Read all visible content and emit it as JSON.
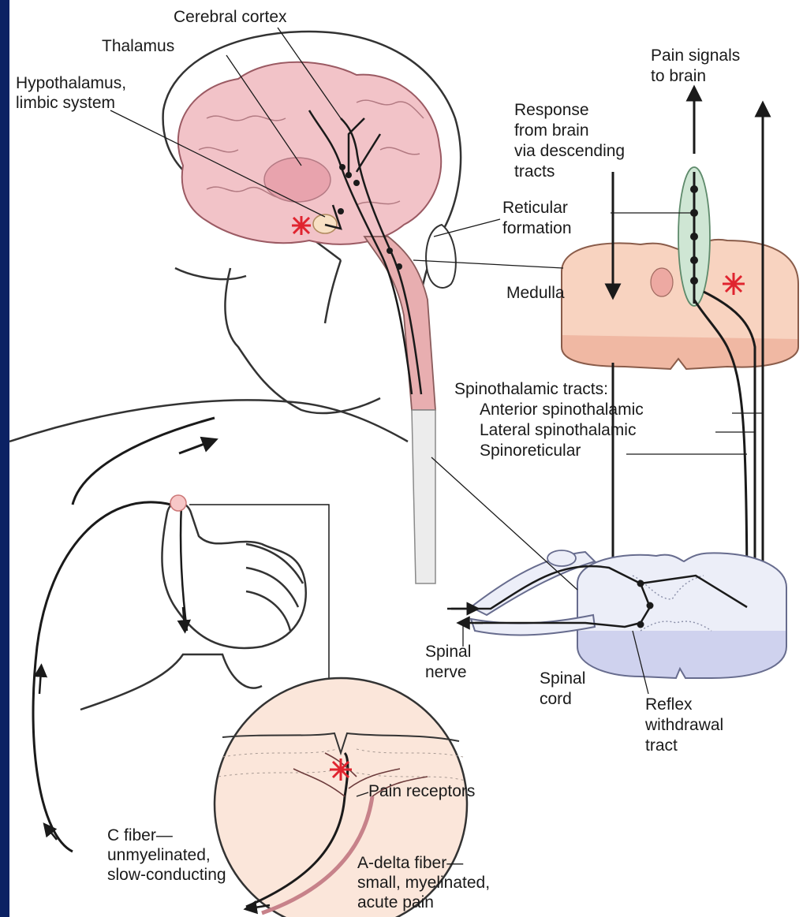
{
  "labels": {
    "cerebral_cortex": "Cerebral cortex",
    "thalamus": "Thalamus",
    "hypothalamus_1": "Hypothalamus,",
    "hypothalamus_2": "limbic system",
    "pain_signals_1": "Pain signals",
    "pain_signals_2": "to brain",
    "response_1": "Response",
    "response_2": "from brain",
    "response_3": "via descending",
    "response_4": "tracts",
    "reticular_1": "Reticular",
    "reticular_2": "formation",
    "medulla": "Medulla",
    "spinothalamic_tracts": "Spinothalamic tracts:",
    "anterior": "Anterior spinothalamic",
    "lateral": "Lateral spinothalamic",
    "spinoreticular": "Spinoreticular",
    "spinal_nerve_1": "Spinal",
    "spinal_nerve_2": "nerve",
    "spinal_cord_1": "Spinal",
    "spinal_cord_2": "cord",
    "reflex_1": "Reflex",
    "reflex_2": "withdrawal",
    "reflex_3": "tract",
    "pain_receptors": "Pain receptors",
    "c_fiber_1": "C fiber—",
    "c_fiber_2": "unmyelinated,",
    "c_fiber_3": "slow-conducting",
    "a_delta_1": "A-delta fiber—",
    "a_delta_2": "small, myelinated,",
    "a_delta_3": "acute pain"
  },
  "colors": {
    "background_border": "#0b2163",
    "brain": "#f2c3c8",
    "medulla": "#f8d3c0",
    "reticular_formation": "#cfe6d4",
    "spinal_cord": "#dfe1f4",
    "skin_inset": "#fbe6da",
    "pain_marker": "#e0242f"
  }
}
